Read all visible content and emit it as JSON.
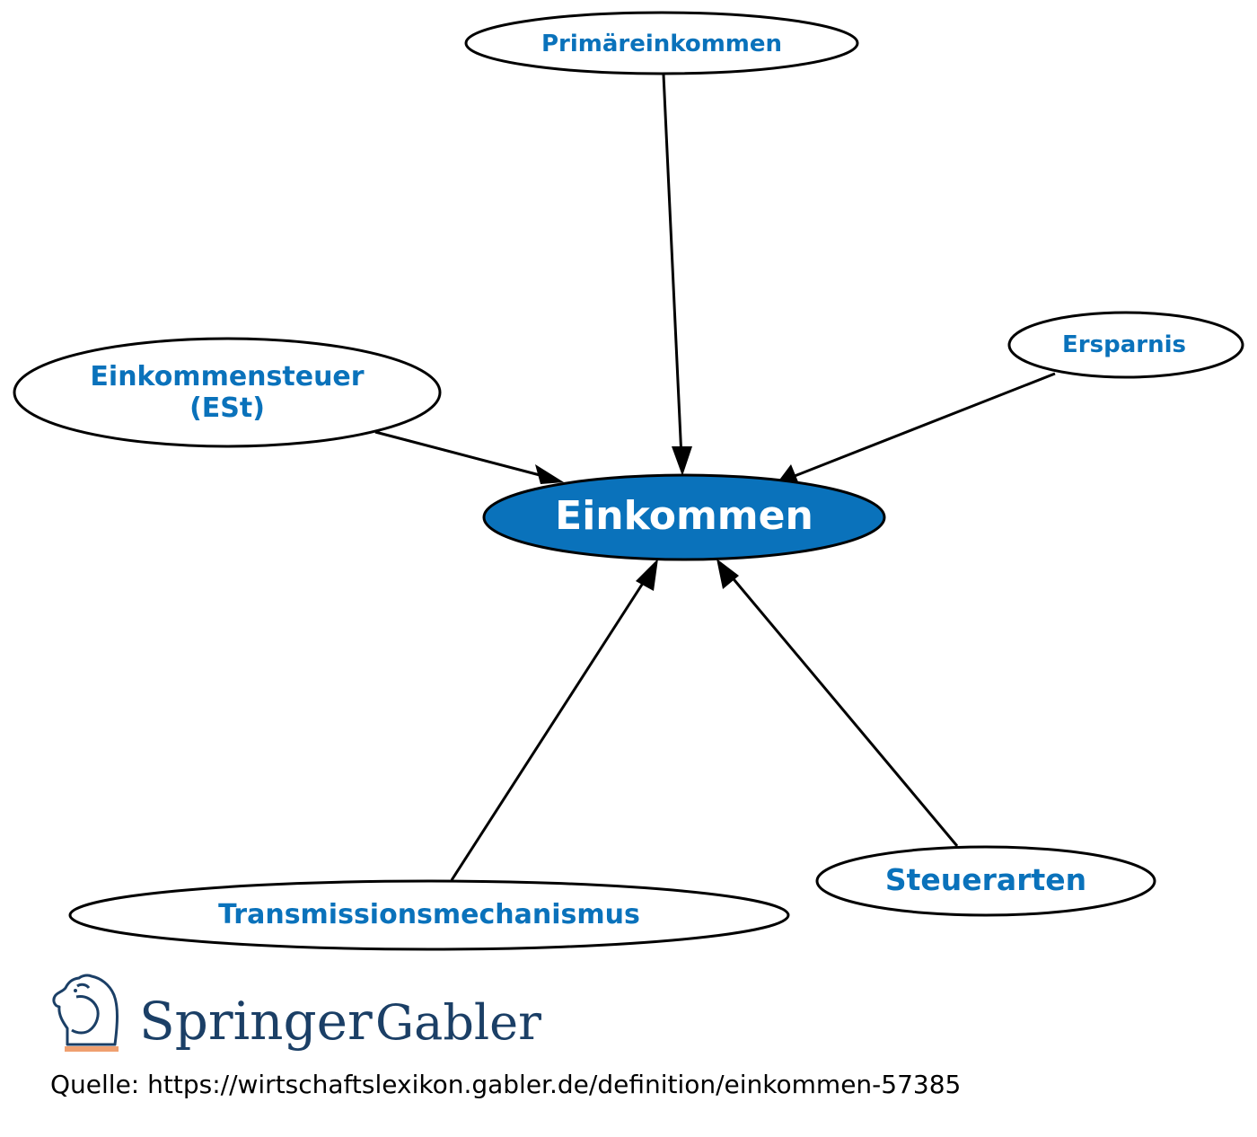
{
  "diagram": {
    "center": {
      "label": "Einkommen",
      "fill": "#0a72bb"
    },
    "nodes": [
      {
        "id": "primaereinkommen",
        "label": "Primäreinkommen"
      },
      {
        "id": "einkommensteuer",
        "label": "Einkommensteuer",
        "label_line2": "(ESt)"
      },
      {
        "id": "ersparnis",
        "label": "Ersparnis"
      },
      {
        "id": "transmissionsmechanismus",
        "label": "Transmissionsmechanismus"
      },
      {
        "id": "steuerarten",
        "label": "Steuerarten"
      }
    ],
    "edge_color": "#000000",
    "node_text_color": "#0a72bb"
  },
  "branding": {
    "logo_icon": "knight-chess-icon",
    "brand_primary": "Springer",
    "brand_secondary": "Gabler",
    "brand_color": "#1b3f66",
    "accent_color": "#f0a070"
  },
  "footer": {
    "source": "Quelle: https://wirtschaftslexikon.gabler.de/definition/einkommen-57385"
  }
}
